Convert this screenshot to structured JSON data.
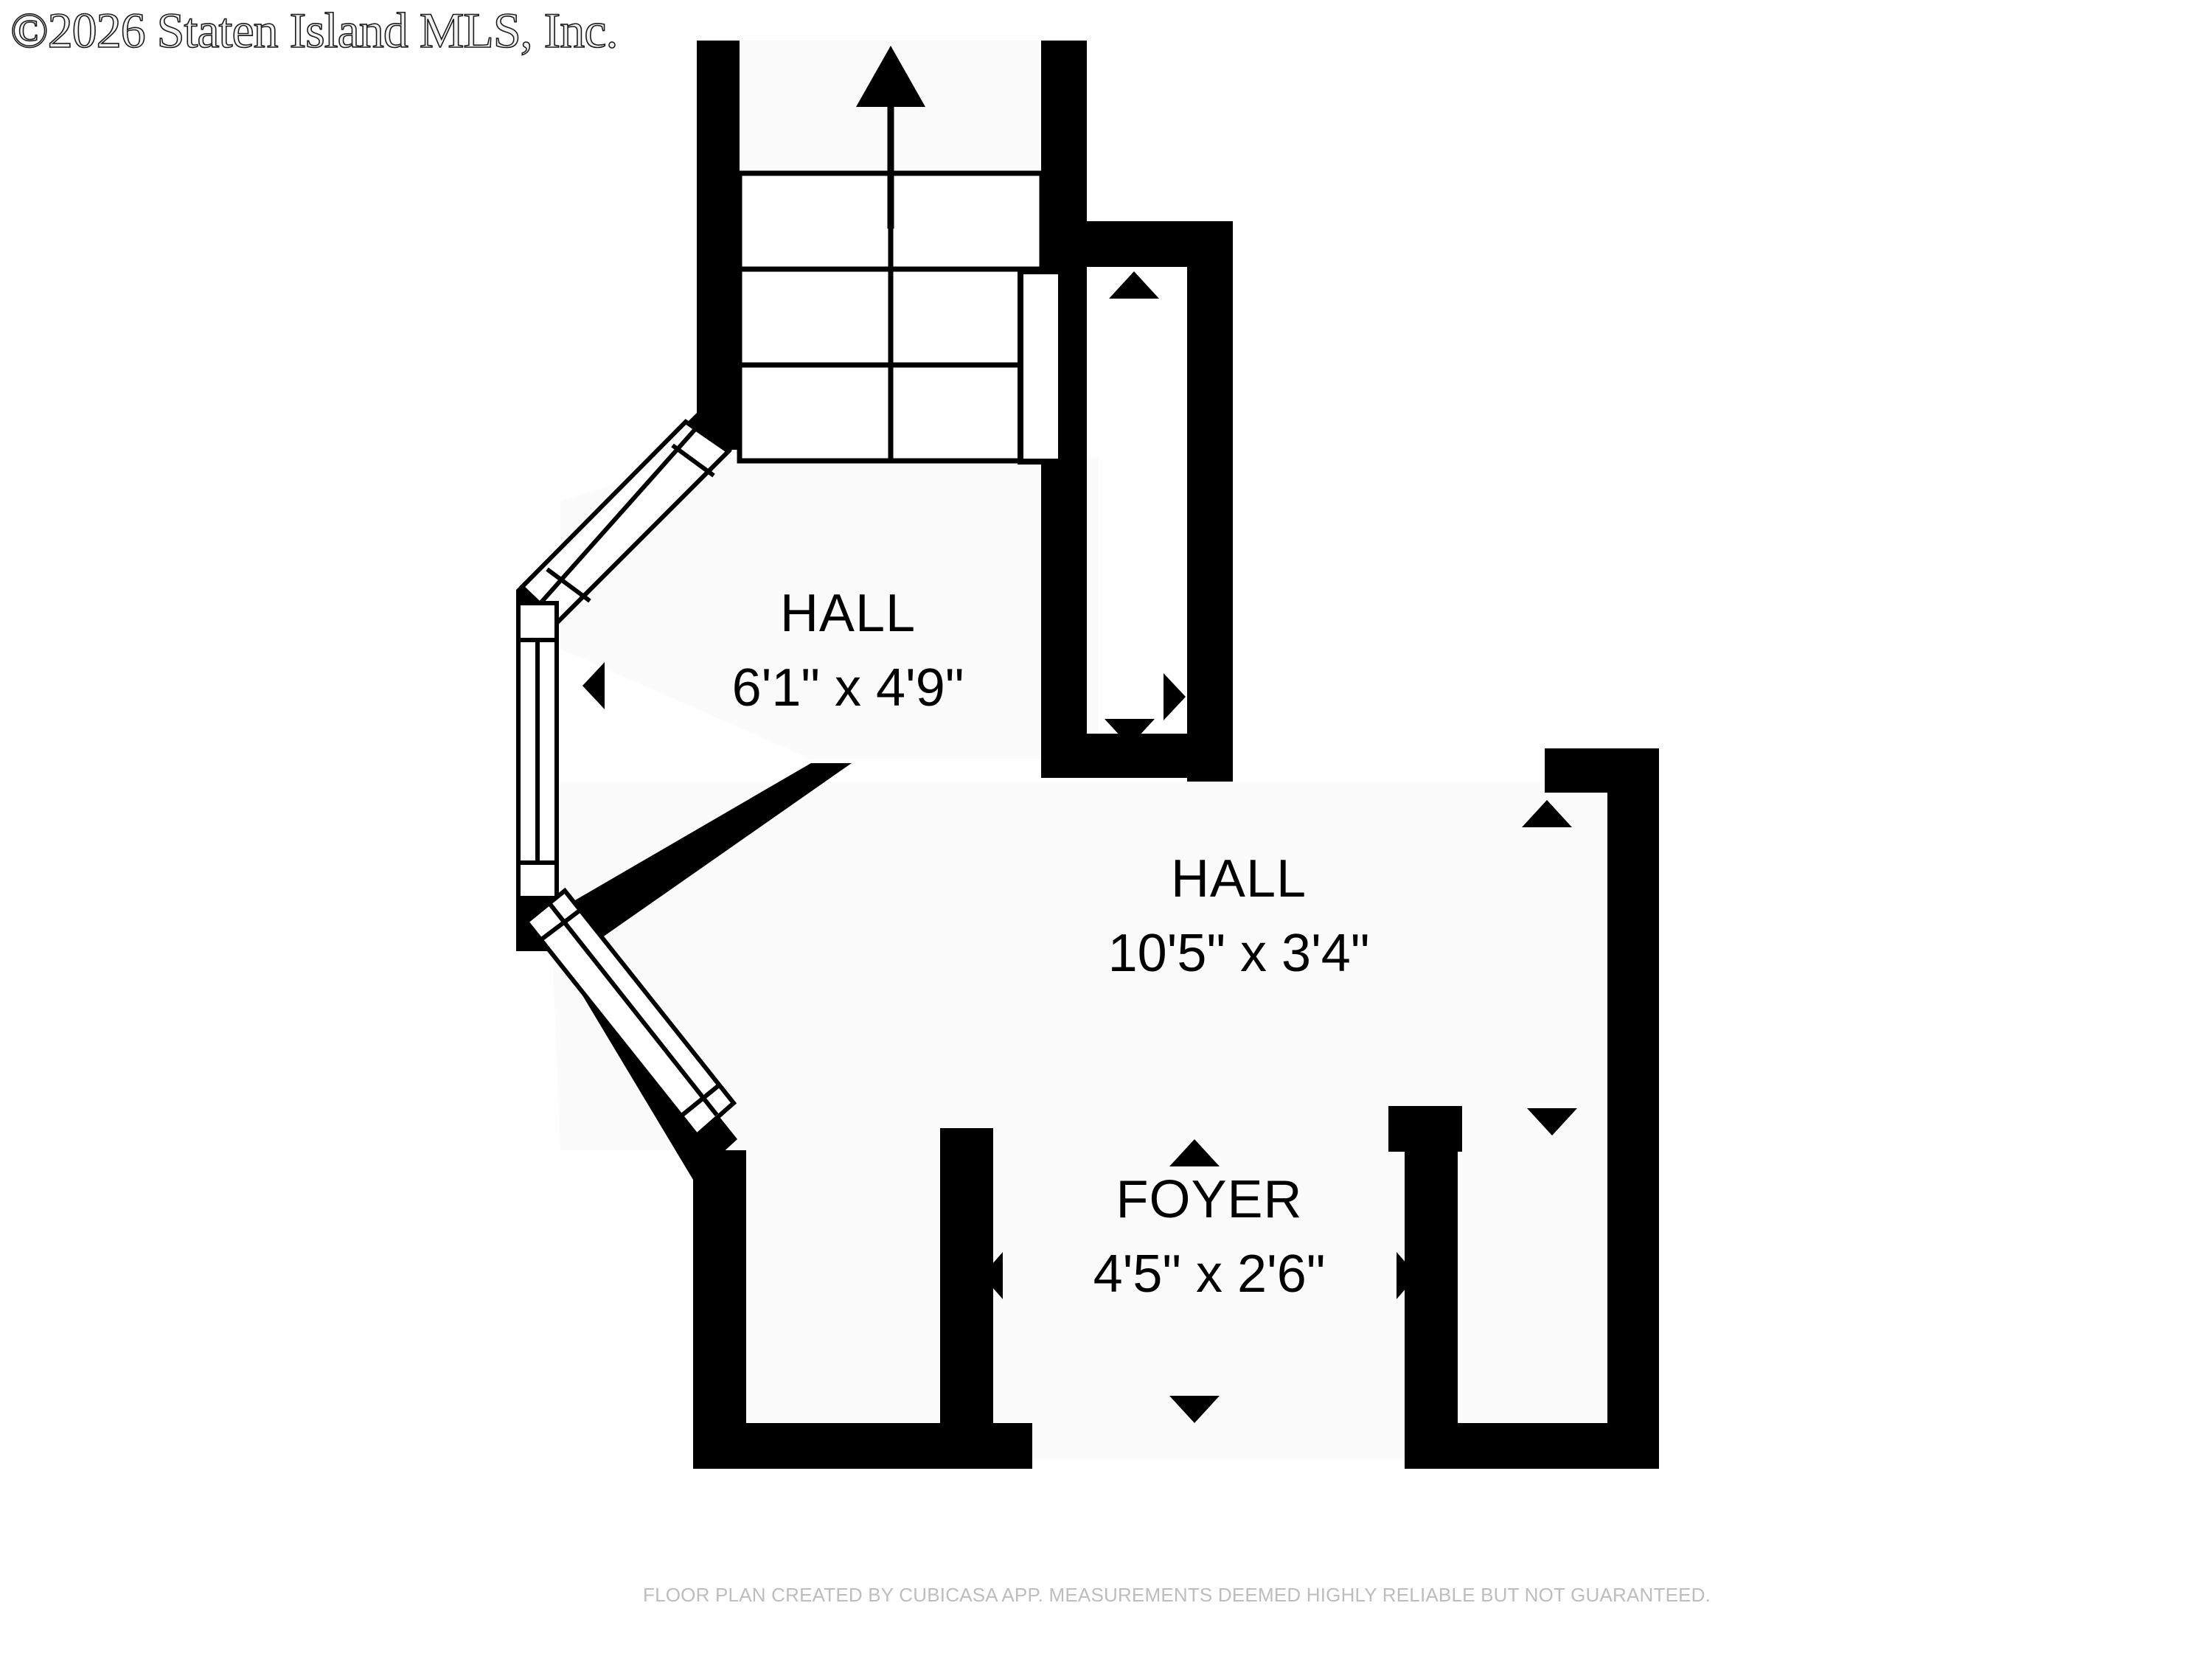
{
  "document": {
    "type": "floor-plan",
    "background_color": "#ffffff",
    "wall_color": "#000000",
    "interior_color": "#ffffff",
    "floor_tint": "#fbfbfb"
  },
  "rooms": [
    {
      "id": "hall-upper",
      "name": "HALL",
      "dimensions": "6'1\" x 4'9\"",
      "width_ft_in": "6'1\"",
      "depth_ft_in": "4'9\""
    },
    {
      "id": "hall-main",
      "name": "HALL",
      "dimensions": "10'5\" x 3'4\"",
      "width_ft_in": "10'5\"",
      "depth_ft_in": "3'4\""
    },
    {
      "id": "foyer",
      "name": "FOYER",
      "dimensions": "4'5\" x 2'6\"",
      "width_ft_in": "4'5\"",
      "depth_ft_in": "2'6\""
    }
  ],
  "features": {
    "staircase": {
      "name": "staircase",
      "direction_arrow": "up",
      "tread_count": 4
    },
    "windows": [
      {
        "id": "window-angled-upper",
        "orientation": "diagonal"
      },
      {
        "id": "window-left-vertical",
        "orientation": "vertical"
      },
      {
        "id": "window-angled-lower",
        "orientation": "diagonal"
      }
    ],
    "door_markers": [
      {
        "id": "door-marker-stair-right",
        "direction": "up"
      },
      {
        "id": "door-marker-hall-upper-left",
        "direction": "left"
      },
      {
        "id": "door-marker-hall-upper-right",
        "direction": "right"
      },
      {
        "id": "door-marker-hall-upper-bottom",
        "direction": "down"
      },
      {
        "id": "door-marker-hall-main-top-right",
        "direction": "up"
      },
      {
        "id": "door-marker-hall-main-right",
        "direction": "right"
      },
      {
        "id": "door-marker-hall-main-bottom-right",
        "direction": "down"
      },
      {
        "id": "door-marker-foyer-top",
        "direction": "up"
      },
      {
        "id": "door-marker-foyer-left",
        "direction": "left"
      },
      {
        "id": "door-marker-foyer-right",
        "direction": "right"
      },
      {
        "id": "door-marker-foyer-bottom",
        "direction": "down"
      }
    ]
  },
  "footer": {
    "copyright": "©2026 Staten Island MLS, Inc.",
    "disclaimer": "FLOOR PLAN CREATED BY CUBICASA APP. MEASUREMENTS DEEMED HIGHLY RELIABLE BUT NOT GUARANTEED."
  }
}
